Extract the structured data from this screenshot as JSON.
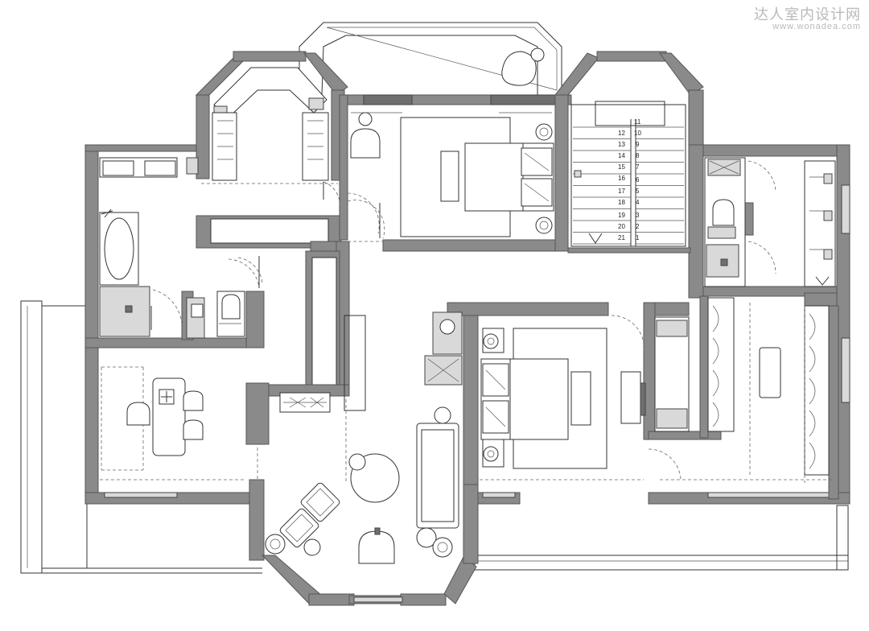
{
  "watermark": {
    "site_name": "达人室内设计网",
    "site_url": "www.wonadea.com"
  },
  "stairs": {
    "left_numbers": [
      "12",
      "13",
      "14",
      "15",
      "16",
      "17",
      "18",
      "19",
      "20",
      "21"
    ],
    "right_numbers": [
      "11",
      "10",
      "9",
      "8",
      "7",
      "6",
      "5",
      "4",
      "3",
      "2",
      "1"
    ]
  }
}
